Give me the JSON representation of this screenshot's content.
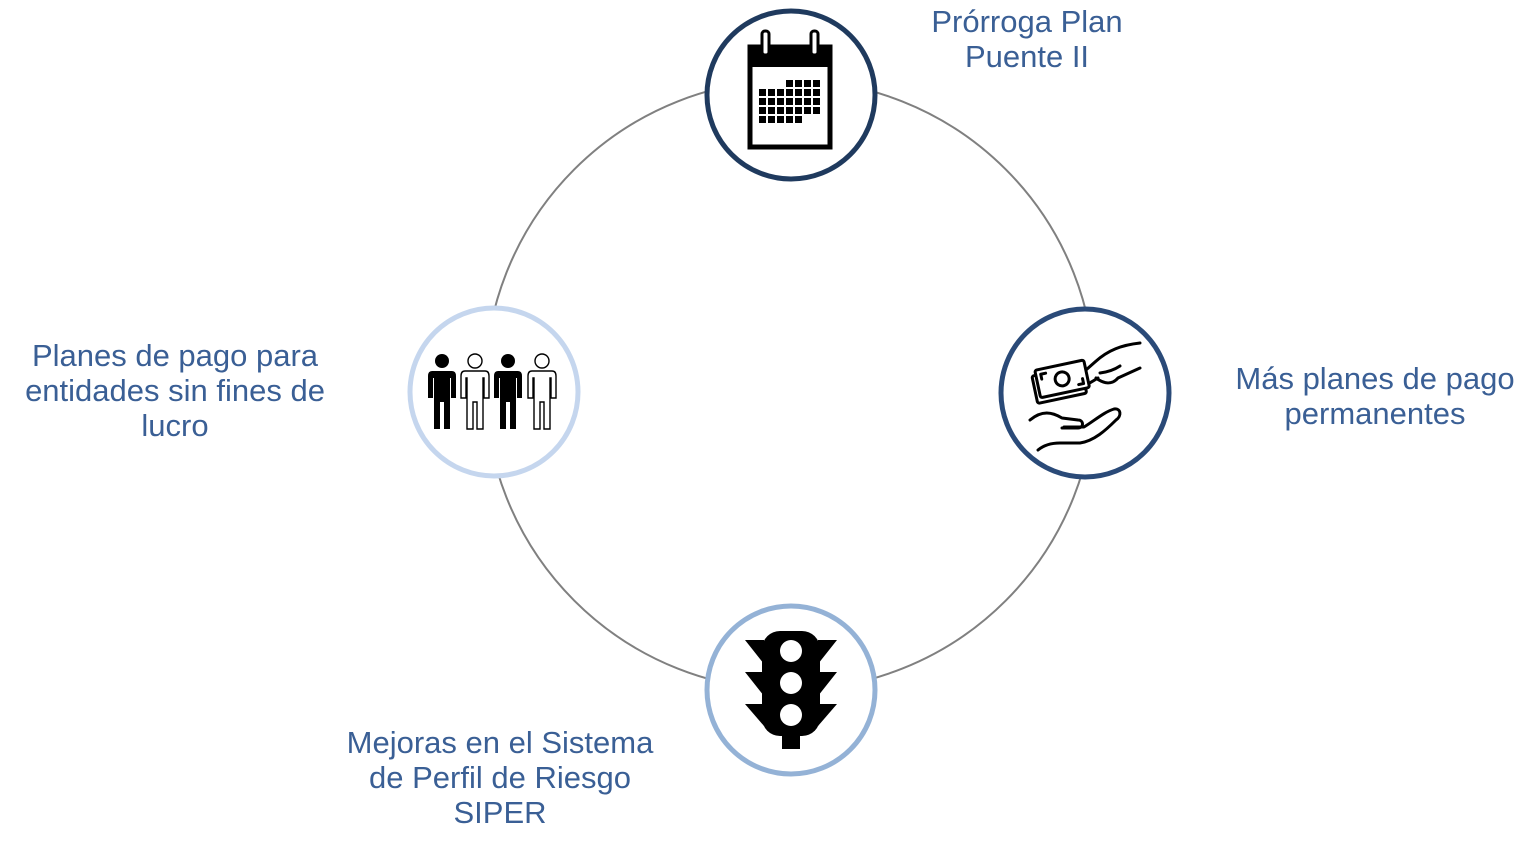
{
  "colors": {
    "ring_line": "#808080",
    "top_border": "#1f3a5e",
    "right_border": "#2a4a78",
    "left_border": "#c5d6ee",
    "bottom_border": "#94b2d6",
    "label_text": "#3a5f95"
  },
  "nodes": {
    "top": {
      "icon": "calendar-icon",
      "label_lines": [
        "Prórroga Plan",
        "Puente II"
      ]
    },
    "right": {
      "icon": "money-exchange-icon",
      "label_lines": [
        "Más planes de pago",
        "permanentes"
      ]
    },
    "left": {
      "icon": "people-group-icon",
      "label_lines": [
        "Planes de pago para",
        "entidades sin fines de",
        "lucro"
      ]
    },
    "bottom": {
      "icon": "traffic-light-icon",
      "label_lines": [
        "Mejoras en el Sistema",
        "de Perfil de Riesgo",
        "SIPER"
      ]
    }
  }
}
